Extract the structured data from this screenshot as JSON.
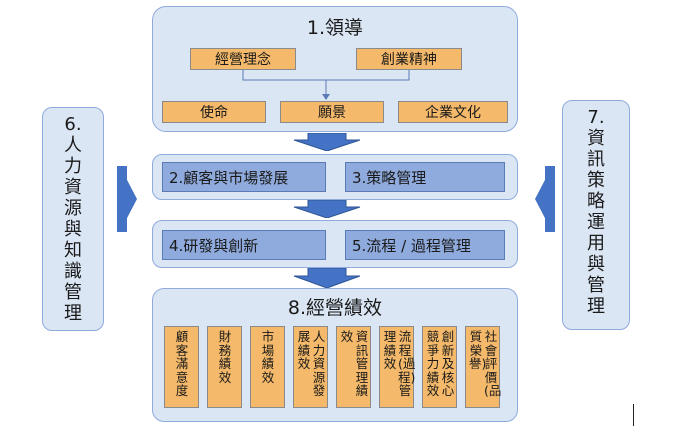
{
  "leadership": {
    "title": "1.領導",
    "top_boxes": [
      "經營理念",
      "創業精神"
    ],
    "bottom_boxes": [
      "使命",
      "願景",
      "企業文化"
    ]
  },
  "row2": [
    "2.顧客與市場發展",
    "3.策略管理"
  ],
  "row3": [
    "4.研發與創新",
    "5.流程 / 過程管理"
  ],
  "left_side": "6.人力資源與知識管理",
  "right_side": "7.資訊策略運用與管理",
  "performance": {
    "title": "8.經營績效",
    "items": [
      {
        "col1": "顧客滿意度",
        "col2": ""
      },
      {
        "col1": "財務績效",
        "col2": ""
      },
      {
        "col1": "市場績效",
        "col2": ""
      },
      {
        "col1": "人力資源發",
        "col2": "展績效"
      },
      {
        "col1": "資訊管理績",
        "col2": "效"
      },
      {
        "col1": "流程(過程)管",
        "col2": "理績效"
      },
      {
        "col1": "創新及核心",
        "col2": "競爭力績效"
      },
      {
        "col1": "社會評價(品",
        "col2": "質榮譽)"
      }
    ]
  },
  "colors": {
    "orange": "#f4b96a",
    "blue": "#8faadc",
    "panel": "#dbe6f4",
    "arrow": "#4472c4"
  }
}
